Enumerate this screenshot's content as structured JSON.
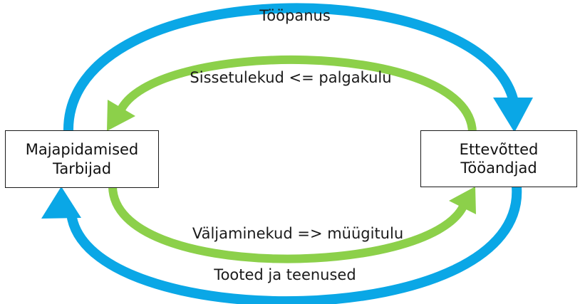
{
  "nodes": {
    "households": {
      "line1": "Majapidamised",
      "line2": "Tarbijad"
    },
    "firms": {
      "line1": "Ettevõtted",
      "line2": "Tööandjad"
    }
  },
  "flows": {
    "labor": {
      "label": "Tööpanus",
      "color": "#0aa7e6"
    },
    "income": {
      "label": "Sissetulekud <= palgakulu",
      "color": "#8cd04a"
    },
    "spending": {
      "label": "Väljaminekud => müügitulu",
      "color": "#8cd04a"
    },
    "goods": {
      "label": "Tooted ja teenused",
      "color": "#0aa7e6"
    }
  }
}
